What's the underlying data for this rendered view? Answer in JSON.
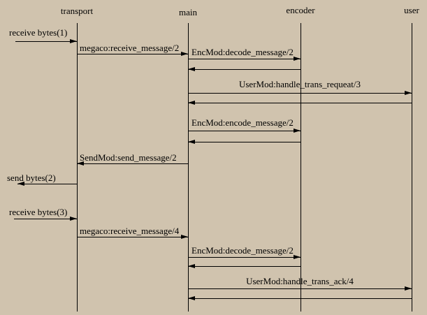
{
  "diagram": {
    "type": "message-sequence-chart",
    "bg_color": "#d0c3ae",
    "line_color": "#000000",
    "text_color": "#000000",
    "lifelines": [
      {
        "id": "transport",
        "label": "transport"
      },
      {
        "id": "main",
        "label": "main"
      },
      {
        "id": "encoder",
        "label": "encoder"
      },
      {
        "id": "user",
        "label": "user"
      }
    ],
    "messages": [
      {
        "label": "receive bytes(1)",
        "from": "external-left",
        "to": "transport",
        "return_arrow": false
      },
      {
        "label": "megaco:receive_message/2",
        "from": "transport",
        "to": "main",
        "return_arrow": false
      },
      {
        "label": "EncMod:decode_message/2",
        "from": "main",
        "to": "encoder",
        "return_arrow": true
      },
      {
        "label": "UserMod:handle_trans_requeat/3",
        "from": "main",
        "to": "user",
        "return_arrow": true
      },
      {
        "label": "EncMod:encode_message/2",
        "from": "main",
        "to": "encoder",
        "return_arrow": true
      },
      {
        "label": "SendMod:send_message/2",
        "from": "main",
        "to": "transport",
        "return_arrow": false
      },
      {
        "label": "send bytes(2)",
        "from": "transport",
        "to": "external-left",
        "return_arrow": false
      },
      {
        "label": "receive bytes(3)",
        "from": "external-left",
        "to": "transport",
        "return_arrow": false
      },
      {
        "label": "megaco:receive_message/4",
        "from": "transport",
        "to": "main",
        "return_arrow": false
      },
      {
        "label": "EncMod:decode_message/2",
        "from": "main",
        "to": "encoder",
        "return_arrow": true
      },
      {
        "label": "UserMod:handle_trans_ack/4",
        "from": "main",
        "to": "user",
        "return_arrow": true
      }
    ]
  }
}
